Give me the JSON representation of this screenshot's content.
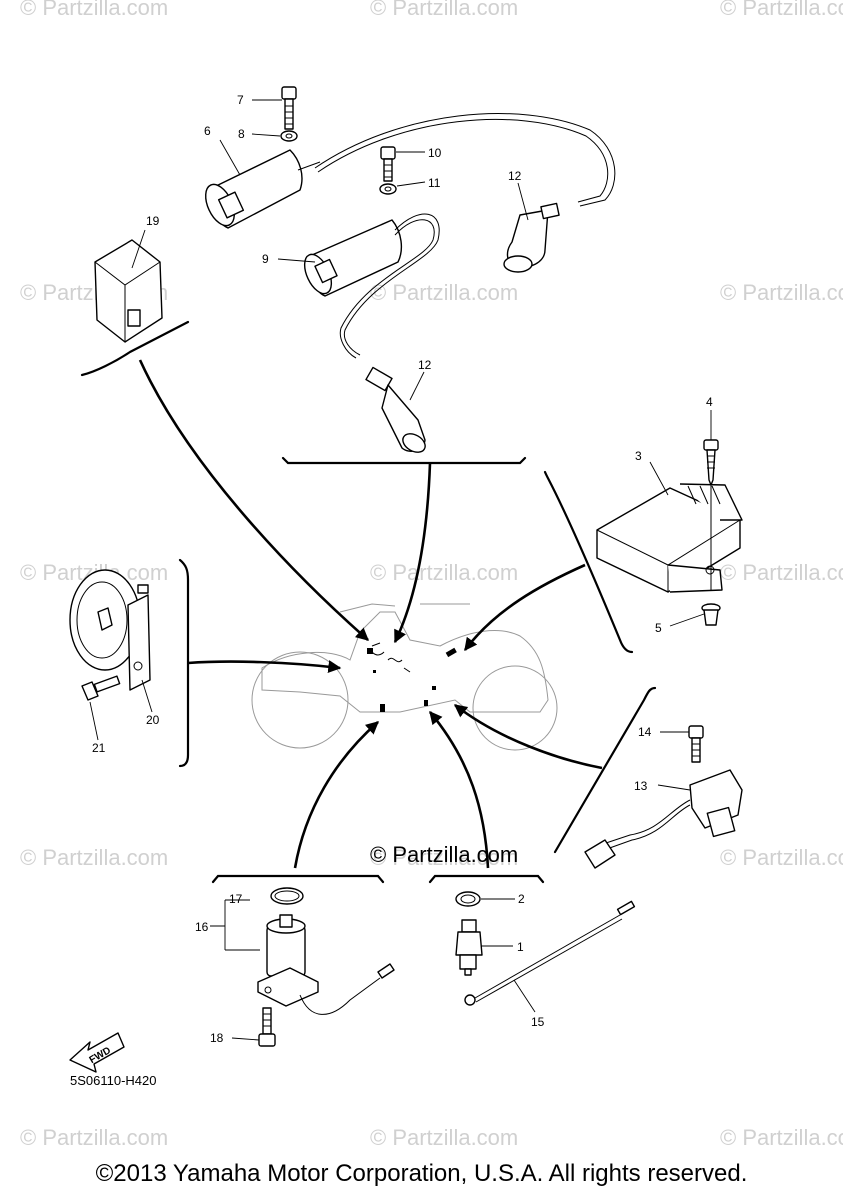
{
  "watermark_text": "© Partzilla.com",
  "center_watermark": "© Partzilla.com",
  "diagram_code": "5S06110-H420",
  "fwd_label": "FWD",
  "copyright": "©2013 Yamaha Motor Corporation, U.S.A. All rights reserved.",
  "callouts": {
    "c1": "1",
    "c2": "2",
    "c3": "3",
    "c4": "4",
    "c5": "5",
    "c6": "6",
    "c7": "7",
    "c8": "8",
    "c9": "9",
    "c10": "10",
    "c11": "11",
    "c12a": "12",
    "c12b": "12",
    "c13": "13",
    "c14": "14",
    "c15": "15",
    "c16": "16",
    "c17": "17",
    "c18": "18",
    "c19": "19",
    "c20": "20",
    "c21": "21"
  }
}
